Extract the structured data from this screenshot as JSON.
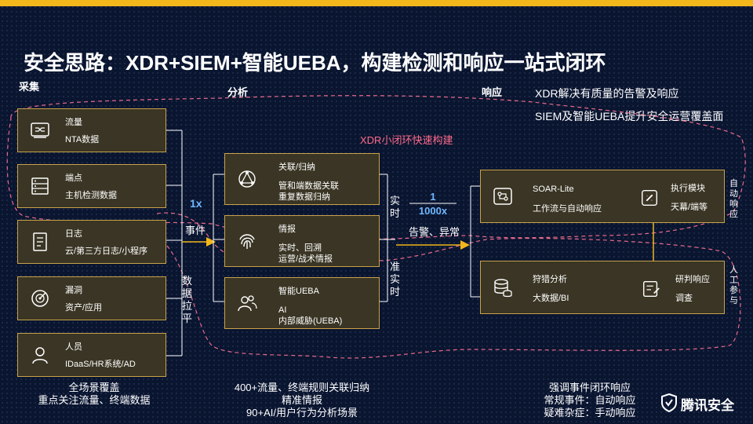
{
  "title": "安全思路：XDR+SIEM+智能UEBA，构建检测和响应一站式闭环",
  "sections": {
    "collect": "采集",
    "analyze": "分析",
    "respond": "响应"
  },
  "notes": {
    "xdr_quality": "XDR解决有质量的告警及响应",
    "siem_coverage": "SIEM及智能UEBA提升安全运营覆盖面",
    "xdr_loop": "XDR小闭环快速构建"
  },
  "collect_boxes": [
    {
      "title": "流量",
      "sub": "NTA数据",
      "icon": "traffic-icon"
    },
    {
      "title": "端点",
      "sub": "主机检测数据",
      "icon": "host-icon"
    },
    {
      "title": "日志",
      "sub": "云/第三方日志/小程序",
      "icon": "log-icon"
    },
    {
      "title": "漏洞",
      "sub": "资产/应用",
      "icon": "vuln-icon"
    },
    {
      "title": "人员",
      "sub": "IDaaS/HR系统/AD",
      "icon": "person-icon"
    }
  ],
  "flow1": {
    "ratio": "1x",
    "label": "事件",
    "vertical": "数据拉平"
  },
  "analyze_boxes": [
    {
      "title": "关联/归纳",
      "line1": "管和端数据关联",
      "line2": "重复数据归纳",
      "icon": "correlation-icon"
    },
    {
      "title": "情报",
      "line1": "实时、回溯",
      "line2": "运营/战术情报",
      "icon": "fingerprint-icon"
    },
    {
      "title": "智能UEBA",
      "line1": "AI",
      "line2": "内部威胁(UEBA)",
      "icon": "users-icon"
    }
  ],
  "realtime": "实时",
  "near_realtime": "准实时",
  "ratio": {
    "top": "1",
    "bottom": "1000x"
  },
  "flow2_label": "告警、异常",
  "respond_boxes": {
    "soar": {
      "title": "SOAR-Lite",
      "sub": "工作流与自动响应",
      "icon": "workflow-icon"
    },
    "exec": {
      "title": "执行模块",
      "sub": "天幕/端等",
      "icon": "exec-icon"
    },
    "hunt": {
      "title": "狩猎分析",
      "sub": "大数据/BI",
      "icon": "database-icon"
    },
    "judge": {
      "title": "研判响应",
      "sub": "调查",
      "icon": "report-icon"
    }
  },
  "side_labels": {
    "auto": "自动响应",
    "manual": "人工参与"
  },
  "bottom": {
    "collect": [
      "全场景覆盖",
      "重点关注流量、终端数据"
    ],
    "analyze": [
      "400+流量、终端规则关联归纳",
      "精准情报",
      "90+AI/用户行为分析场景"
    ],
    "respond": [
      "强调事件闭环响应",
      "常规事件：自动响应",
      "疑难杂症：手动响应"
    ]
  },
  "logo": "腾讯安全",
  "colors": {
    "accent": "#f2b71b",
    "box_fill": "#3a3524",
    "box_border": "#c8a24a",
    "dash": "#e86a8a",
    "arrow": "#f2b71b",
    "highlight_text": "#ff6b8a"
  }
}
